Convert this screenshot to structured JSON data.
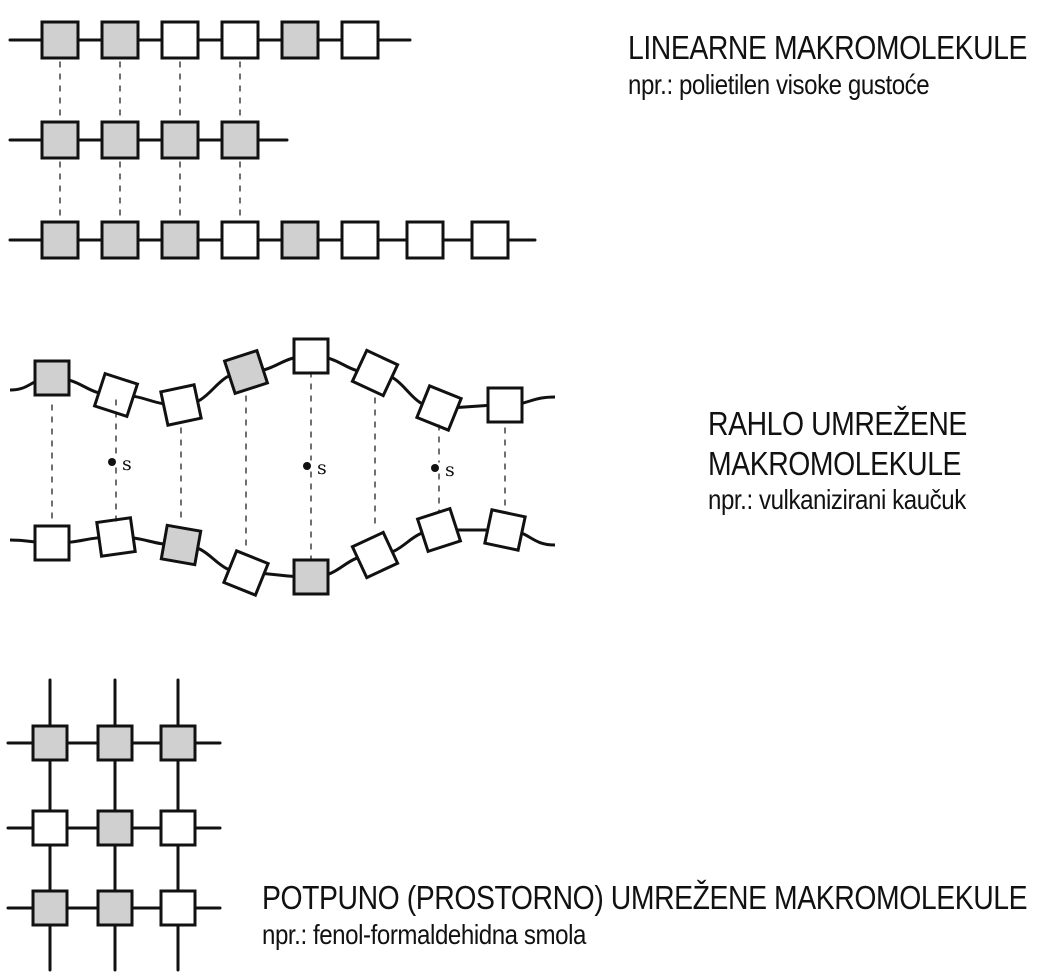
{
  "panels": {
    "linear": {
      "title": "LINEARNE MAKROMOLEKULE",
      "example": "npr.: polietilen visoke gustoće"
    },
    "loosely_crosslinked": {
      "title_line1": "RAHLO UMREŽENE",
      "title_line2": "MAKROMOLEKULE",
      "example": "npr.: vulkanizirani kaučuk",
      "bridge_label": "s"
    },
    "fully_crosslinked": {
      "title": "POTPUNO (PROSTORNO) UMREŽENE MAKROMOLEKULE",
      "example": "npr.: fenol-formaldehidna smola"
    }
  },
  "colors": {
    "ink": "#111111",
    "unit_fill_plain": "#ffffff",
    "unit_fill_shaded": "#d0d0d0"
  }
}
